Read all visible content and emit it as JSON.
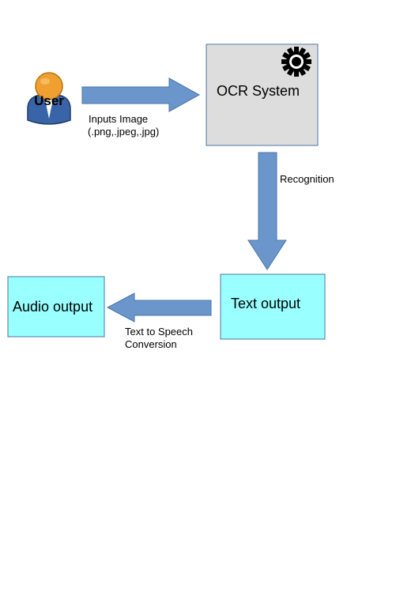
{
  "nodes": {
    "user": {
      "label": "User"
    },
    "ocr": {
      "label": "OCR System",
      "icon": "gear-icon"
    },
    "text_output": {
      "label": "Text output"
    },
    "audio_output": {
      "label": "Audio output"
    }
  },
  "edges": {
    "input_arrow": {
      "line1": "Inputs Image",
      "line2": "(.png,.jpeg,.jpg)"
    },
    "recognition_arrow": {
      "label": "Recognition"
    },
    "tts_arrow": {
      "line1": "Text to Speech",
      "line2": "Conversion"
    }
  },
  "colors": {
    "arrow_fill": "#6b96cc",
    "arrow_stroke": "#4a75a8",
    "ocr_fill": "#dddddd",
    "ocr_stroke": "#4a75a8",
    "output_fill": "#99ffff",
    "output_stroke": "#4a75a8",
    "user_head": "#f0a030",
    "user_body": "#3a64a8"
  }
}
